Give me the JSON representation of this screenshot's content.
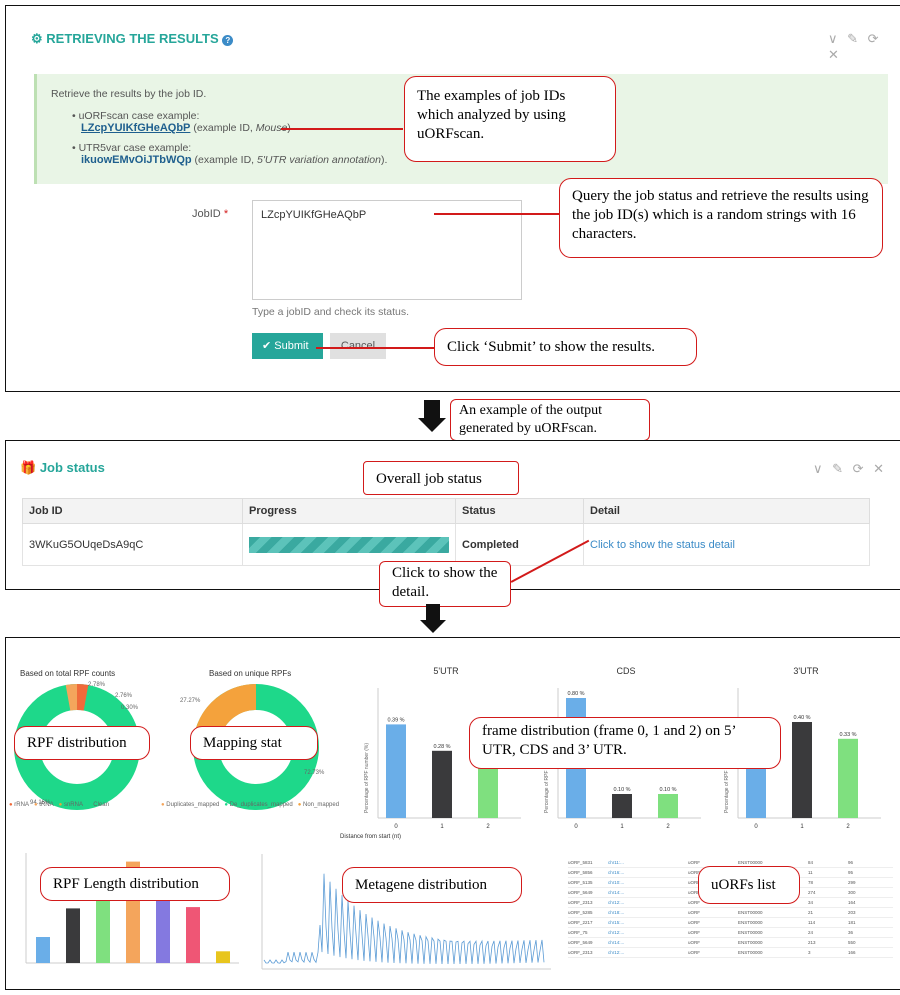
{
  "panel1": {
    "title": "RETRIEVING THE RESULTS",
    "help_icon": "?",
    "tools": "∨ ✎ ⟳ ✕",
    "intro": "Retrieve the results by the job ID.",
    "ex1_label": "uORFscan case example:",
    "ex1_id": "LZcpYUIKfGHeAQbP",
    "ex1_suffix_pre": "(example ID, ",
    "ex1_suffix_em": "Mouse",
    "ex1_suffix_post": ")",
    "ex2_label": "UTR5var case example:",
    "ex2_id": "ikuowEMvOiJTbWQp",
    "ex2_suffix_pre": "(example ID, ",
    "ex2_suffix_em": "5'UTR variation annotation",
    "ex2_suffix_post": ").",
    "jobid_label": "JobID",
    "required": "*",
    "jobid_value": "LZcpYUIKfGHeAQbP",
    "hint": "Type a jobID and check its status.",
    "submit": "Submit",
    "cancel": "Cancel"
  },
  "callouts": {
    "examples": "The examples of job IDs which analyzed by using uORFscan.",
    "query": "Query the job status and retrieve the results using the job ID(s) which is a random strings with 16 characters.",
    "submit": "Click ‘Submit’ to show the results.",
    "output": "An example of the output generated by uORFscan.",
    "overall": "Overall job status",
    "detail": "Click to show the detail.",
    "rpf": "RPF distribution",
    "mapping": "Mapping stat",
    "frame": "frame distribution (frame 0, 1 and 2) on 5’ UTR, CDS and 3’ UTR.",
    "length": "RPF Length distribution",
    "metagene": "Metagene distribution",
    "uorfs": "uORFs list"
  },
  "panel2": {
    "title": "Job status",
    "tools": "∨ ✎ ⟳ ✕",
    "headers": [
      "Job ID",
      "Progress",
      "Status",
      "Detail"
    ],
    "row": {
      "job_id": "3WKuG5OUqeDsA9qC",
      "status": "Completed",
      "detail": "Click to show the status detail"
    }
  },
  "panel3": {
    "pie1_title": "Based on total RPF counts",
    "pie1_labels": [
      "2.78%",
      "2.76%",
      "0.30%",
      "94.16%"
    ],
    "pie1_legend": [
      "rRNA",
      "tRNA",
      "snRNA",
      "Clean"
    ],
    "pie2_title": "Based on unique RPFs",
    "pie2_labels": [
      "27.27%",
      "72.73%"
    ],
    "pie2_legend": [
      "Duplicates_mapped",
      "De_duplicates_mapped",
      "Non_mapped"
    ],
    "metagene_title": "Distance from start (nt)",
    "ylabel": "Percentage of RPF number (%)"
  },
  "chart_data": [
    {
      "type": "pie",
      "title": "Based on total RPF counts",
      "categories": [
        "rRNA",
        "tRNA",
        "snRNA",
        "Clean"
      ],
      "values": [
        2.78,
        2.76,
        0.3,
        94.16
      ]
    },
    {
      "type": "pie",
      "title": "Based on unique RPFs",
      "categories": [
        "Duplicates_mapped",
        "De_duplicates_mapped",
        "Non_mapped"
      ],
      "values": [
        27.27,
        72.73,
        0
      ]
    },
    {
      "type": "bar",
      "title": "5'UTR",
      "categories": [
        "0",
        "1",
        "2"
      ],
      "values": [
        0.39,
        0.28,
        0.33
      ]
    },
    {
      "type": "bar",
      "title": "CDS",
      "categories": [
        "0",
        "1",
        "2"
      ],
      "values": [
        0.8,
        0.1,
        0.1
      ]
    },
    {
      "type": "bar",
      "title": "3'UTR",
      "categories": [
        "0",
        "1",
        "2"
      ],
      "values": [
        0.27,
        0.4,
        0.33
      ]
    }
  ],
  "colors": {
    "teal": "#26a69a",
    "red": "#d21a1a",
    "blue": "#6aaee8",
    "dark": "#3a3a3c",
    "green": "#7fe07f",
    "orange": "#f4a55c",
    "purple": "#8479e0",
    "pink": "#ef5675",
    "yellow": "#e8c51d"
  },
  "uorf_rows": [
    [
      "uORF_5831",
      "chr11:...",
      "uORF",
      "ENST00000",
      "84",
      "96"
    ],
    [
      "uORF_5856",
      "chr16:...",
      "uORF",
      "ENST00000",
      "11",
      "95"
    ],
    [
      "uORF_5135",
      "chr10:...",
      "uORF",
      "ENST00000",
      "78",
      "299"
    ],
    [
      "uORF_5649",
      "chr14:...",
      "uORF",
      "ENST00000",
      "274",
      "300"
    ],
    [
      "uORF_2313",
      "chr12:...",
      "uORF",
      "ENST00000",
      "34",
      "164"
    ],
    [
      "uORF_5285",
      "chr18:...",
      "uORF",
      "ENST00000",
      "21",
      "203"
    ],
    [
      "uORF_2217",
      "chr15:...",
      "uORF",
      "ENST00000",
      "114",
      "181"
    ],
    [
      "uORF_75",
      "chr12:...",
      "uORF",
      "ENST00000",
      "24",
      "36"
    ],
    [
      "uORF_5649",
      "chr14:...",
      "uORF",
      "ENST00000",
      "213",
      "550"
    ],
    [
      "uORF_2313",
      "chr12:...",
      "uORF",
      "ENST00000",
      "3",
      "166"
    ]
  ]
}
